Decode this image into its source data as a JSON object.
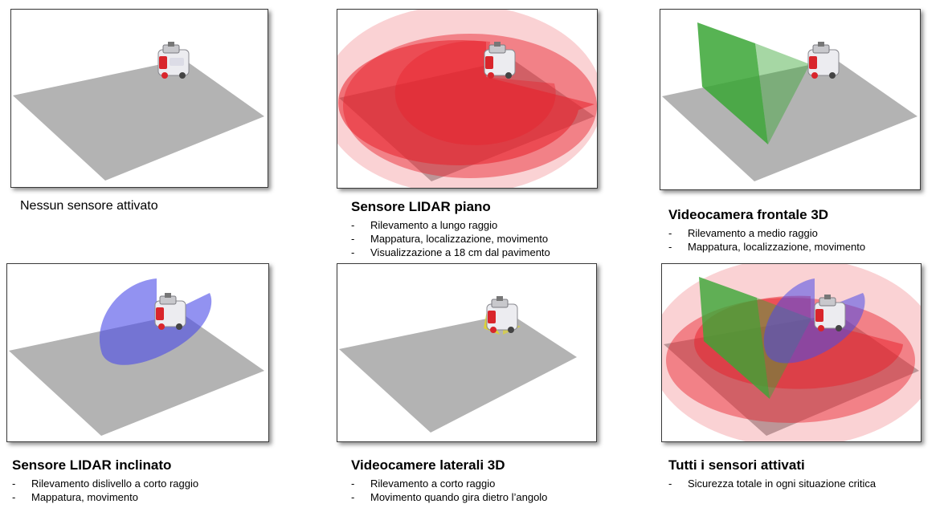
{
  "panels": [
    {
      "id": "none",
      "title": "Nessun sensore attivato",
      "title_bold": false,
      "bullets": []
    },
    {
      "id": "lidar-flat",
      "title": "Sensore LIDAR piano",
      "title_bold": true,
      "bullets": [
        "Rilevamento  a lungo  raggio",
        "Mappatura,  localizzazione, movimento",
        "Visualizzazione  a 18 cm dal pavimento"
      ]
    },
    {
      "id": "front-cam",
      "title": "Videocamera frontale 3D",
      "title_bold": true,
      "bullets": [
        "Rilevamento  a medio raggio",
        "Mappatura,  localizzazione,  movimento"
      ]
    },
    {
      "id": "lidar-tilt",
      "title": "Sensore LIDAR inclinato",
      "title_bold": true,
      "bullets": [
        "Rilevamento  dislivello  a corto raggio",
        "Mappatura,  movimento"
      ]
    },
    {
      "id": "side-cams",
      "title": "Videocamere laterali 3D",
      "title_bold": true,
      "bullets": [
        "Rilevamento  a corto raggio",
        "Movimento  quando  gira dietro l’angolo"
      ]
    },
    {
      "id": "all",
      "title": "Tutti i sensori attivati",
      "title_bold": true,
      "bullets": [
        "Sicurezza totale  in ogni situazione  critica"
      ]
    }
  ],
  "bullet_marker": "-",
  "colors": {
    "floor": "#b3b3b3",
    "lidar_flat": "#e8202a",
    "front_cam": "#3aa635",
    "lidar_tilt": "#4a4ae8",
    "side_cams": "#e6d81a",
    "robot_body": "#e9e9ee",
    "robot_accent": "#d9252b"
  }
}
